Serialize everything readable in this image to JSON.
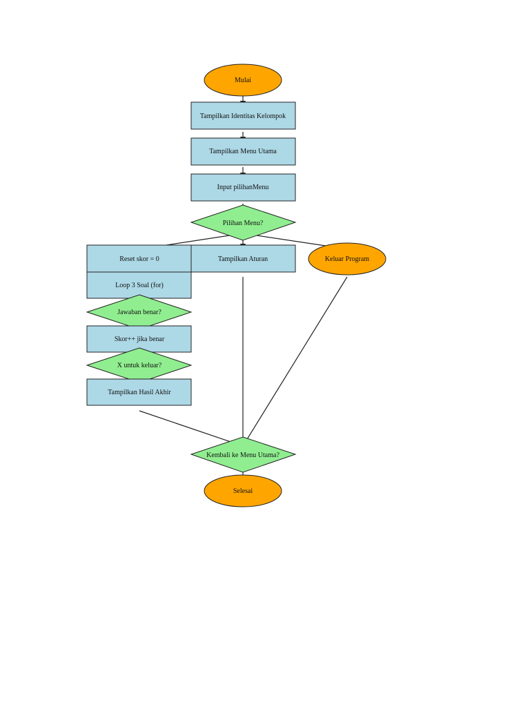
{
  "colors": {
    "terminal": "#FFA500",
    "process": "#ADD8E6",
    "decision": "#90EE90",
    "line": "#222222"
  },
  "nodes": {
    "mulai": "Mulai",
    "tampilkan_identitas": "Tampilkan Identitas Kelompok",
    "tampilkan_menu": "Tampilkan Menu Utama",
    "input_pilihan": "Input pilihanMenu",
    "pilihan_menu": "Pilihan Menu?",
    "reset_skor": "Reset skor = 0",
    "tampilkan_aturan": "Tampilkan Aturan",
    "keluar_program": "Keluar Program",
    "loop_soal": "Loop 3 Soal (for)",
    "jawaban_benar": "Jawaban benar?",
    "skor_tambah": "Skor++ jika benar",
    "x_keluar": "X untuk keluar?",
    "tampilkan_hasil": "Tampilkan Hasil Akhir",
    "kembali_menu": "Kembali ke Menu Utama?",
    "selesai": "Selesai"
  }
}
